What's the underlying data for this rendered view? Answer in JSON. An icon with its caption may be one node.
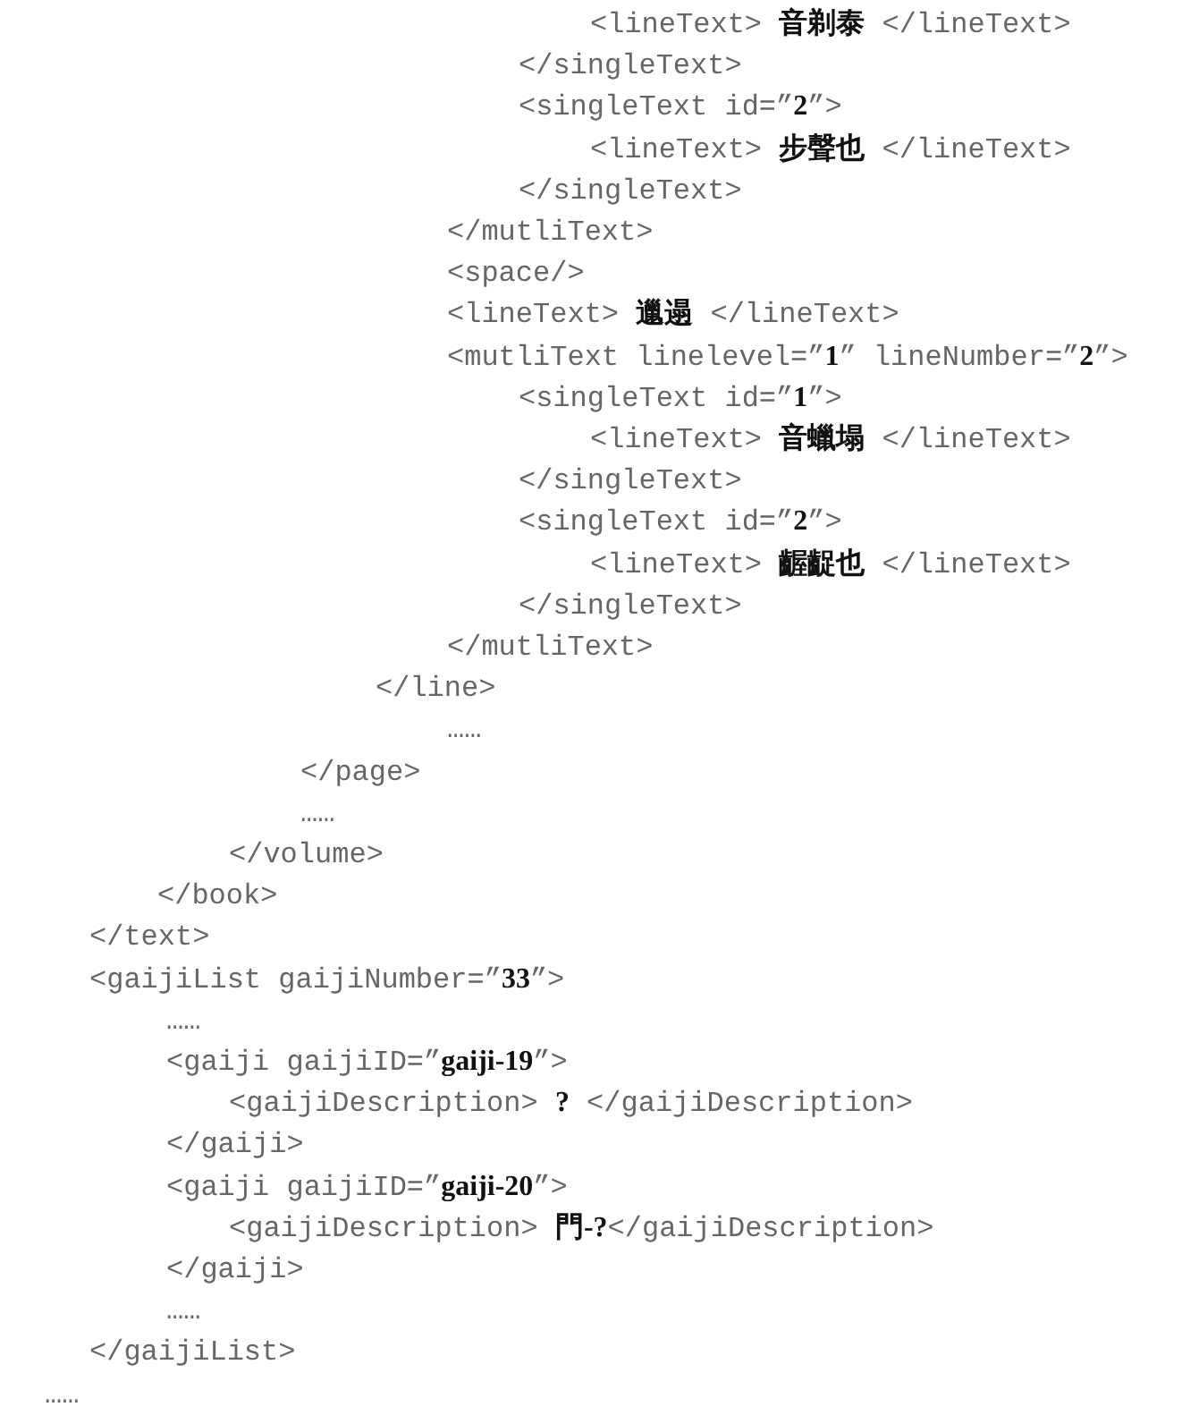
{
  "diagram": {
    "labels": [
      "<lineText> **音剃泰** </lineText>",
      "</singleText>",
      "<singleText id=”**2**”>",
      "<lineText> **步聲也** </lineText>",
      "</singleText>",
      "</mutliText>",
      "<space/>",
      "<lineText> **邋遢** </lineText>",
      "<mutliText linelevel=”**1**” lineNumber=”**2**”>",
      "<singleText id=”**1**”>",
      "<lineText> **音蠟塌** </lineText>",
      "</singleText>",
      "<singleText id=”**2**”>",
      "<lineText> **齷齪也** </lineText>",
      "</singleText>",
      "</mutliText>",
      "</line>",
      "……",
      "</page>",
      "……",
      "</volume>",
      "</book>",
      "</text>",
      "<gaijiList gaijiNumber=”**33**”>",
      "……",
      "<gaiji gaijiID=”**gaiji-19**”>",
      "<gaijiDescription> **?** </gaijiDescription>",
      "</gaiji>",
      "<gaiji gaijiID=”**gaiji-20**”>",
      "<gaijiDescription> **門-?**</gaijiDescription>",
      "</gaiji>",
      "……",
      "</gaijiList>",
      "……"
    ]
  }
}
